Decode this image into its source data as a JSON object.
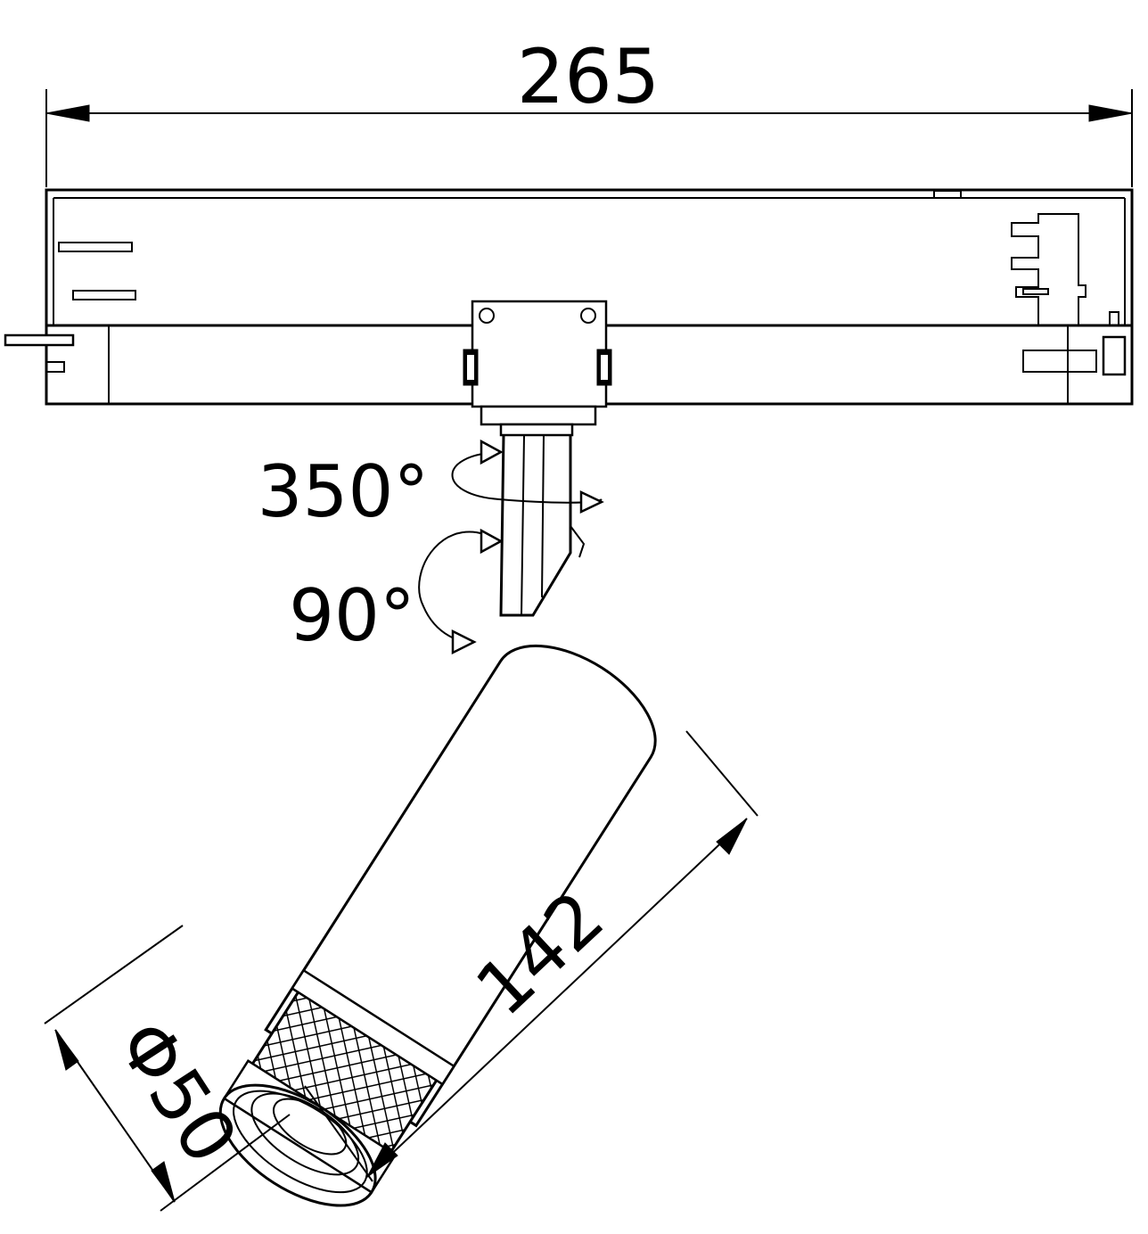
{
  "dimensions": {
    "track_length": "265",
    "head_length": "142",
    "head_diameter": "Φ50"
  },
  "rotation": {
    "horizontal": "350°",
    "vertical": "90°"
  }
}
